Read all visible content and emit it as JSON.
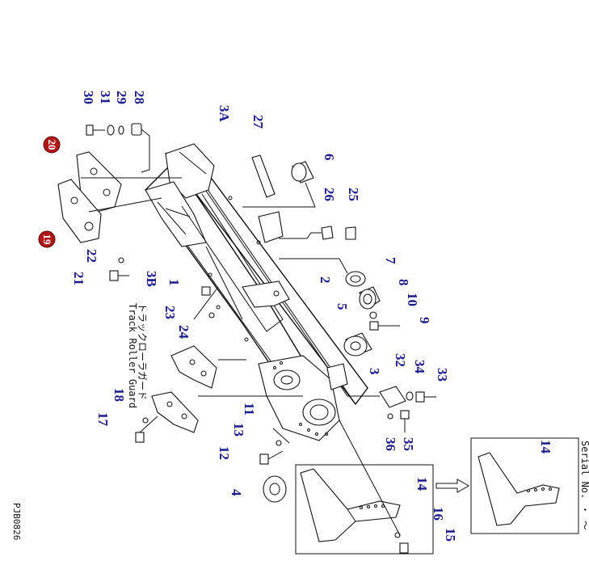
{
  "notes": {
    "guard_jp": "トラックローラガード",
    "guard_en": "Track Roller Guard",
    "serial": "Serial No.  ・ ～",
    "drawing_code": "PJB0826"
  },
  "callouts": {
    "c30": "30",
    "c31": "31",
    "c29": "29",
    "c28": "28",
    "c3A": "3A",
    "c27": "27",
    "c6": "6",
    "c26": "26",
    "c25": "25",
    "c22": "22",
    "c21": "21",
    "c3B": "3B",
    "c1": "1",
    "c2": "2",
    "c7": "7",
    "c8": "8",
    "c10": "10",
    "c9": "9",
    "c5": "5",
    "c23": "23",
    "c24": "24",
    "c3": "3",
    "c32": "32",
    "c34": "34",
    "c33": "33",
    "c18": "18",
    "c17": "17",
    "c11": "11",
    "c13": "13",
    "c12": "12",
    "c36": "36",
    "c35": "35",
    "c4": "4",
    "c14a": "14",
    "c14b": "14",
    "c16": "16",
    "c15": "15"
  },
  "badges": {
    "b20": "20",
    "b19": "19"
  }
}
